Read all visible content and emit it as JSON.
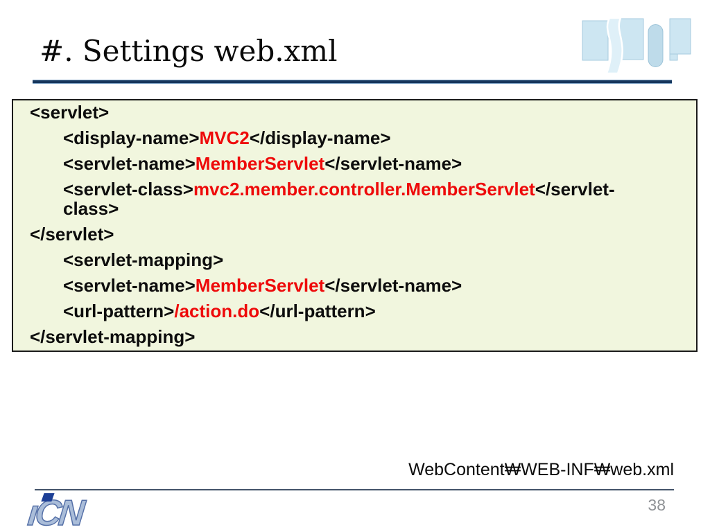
{
  "slide": {
    "title": "#. Settings web.xml",
    "caption": "WebContent₩WEB-INF₩web.xml",
    "page_number": "38"
  },
  "colors": {
    "title_rule": "#16365c",
    "code_box_bg": "#f1f6de",
    "code_box_border": "#1a1a1a",
    "code_red": "#ee0a0a",
    "footer_rule": "#44546a",
    "page_number_gray": "#8f9296",
    "logo_light_blue": "#cde6f2",
    "logo_pale_blue": "#dff0f8",
    "logo_bar_blue": "#bedbea",
    "icn_letter_blue": "#aabdd9",
    "icn_dot_navy": "#1d3f96"
  },
  "icons": {
    "top_right_logo": "university-emblem-icon",
    "bottom_left_logo": "icn-logo-icon"
  },
  "code_box": {
    "lines": [
      {
        "indent": 0,
        "segments": [
          {
            "t": "<servlet>"
          }
        ]
      },
      {
        "indent": 1,
        "segments": [
          {
            "t": "<display-name>"
          },
          {
            "t": "MVC2",
            "c": "red"
          },
          {
            "t": "</display-name>"
          }
        ]
      },
      {
        "indent": 1,
        "segments": [
          {
            "t": "<servlet-name>"
          },
          {
            "t": "MemberServlet",
            "c": "red"
          },
          {
            "t": "</servlet-name>"
          }
        ]
      },
      {
        "indent": 1,
        "segments": [
          {
            "t": "<servlet-class>"
          },
          {
            "t": "mvc2.member.controller.MemberServlet",
            "c": "red"
          },
          {
            "t": "</servlet-\nclass>"
          }
        ]
      },
      {
        "indent": 0,
        "segments": [
          {
            "t": "</servlet>"
          }
        ]
      },
      {
        "indent": 1,
        "segments": [
          {
            "t": "<servlet-mapping>"
          }
        ]
      },
      {
        "indent": 1,
        "segments": [
          {
            "t": "<servlet-name>"
          },
          {
            "t": "MemberServlet",
            "c": "red"
          },
          {
            "t": "</servlet-name>"
          }
        ]
      },
      {
        "indent": 1,
        "segments": [
          {
            "t": "<url-pattern>"
          },
          {
            "t": "/action.do",
            "c": "red"
          },
          {
            "t": "</url-pattern>"
          }
        ]
      },
      {
        "indent": 0,
        "segments": [
          {
            "t": "</servlet-mapping>"
          }
        ]
      }
    ]
  }
}
